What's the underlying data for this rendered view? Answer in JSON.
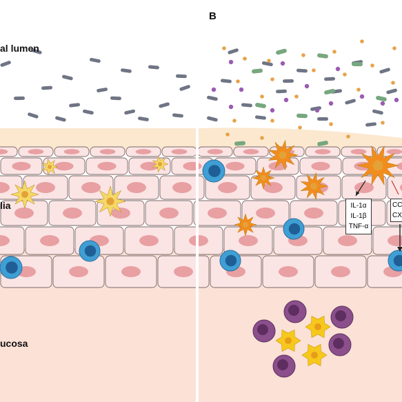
{
  "labels": {
    "panel_b": "B",
    "lumen": "al lumen",
    "epithelia": "lia",
    "mucosa": "ucosa"
  },
  "cytokines": [
    "IL-1α",
    "IL-1β",
    "TNF-α"
  ],
  "chemokines": [
    "CC",
    "CXC"
  ],
  "colors": {
    "lamina": "#fbe1d6",
    "mucus": "#fbe8cf",
    "cell_fill": "#fbe4e4",
    "nucleus": "#e8a0a3",
    "bacteria_gray": "#6f7585",
    "bacteria_green": "#77a77f",
    "dot_orange": "#e8a24a",
    "dot_purple": "#9a5bb3",
    "dc_resting": "#f5d866",
    "dc_activated": "#f28c1d",
    "lymphocyte": "#3f9fd5",
    "plasma": "#8b4f8c",
    "yellow_cell": "#f7c81c"
  }
}
